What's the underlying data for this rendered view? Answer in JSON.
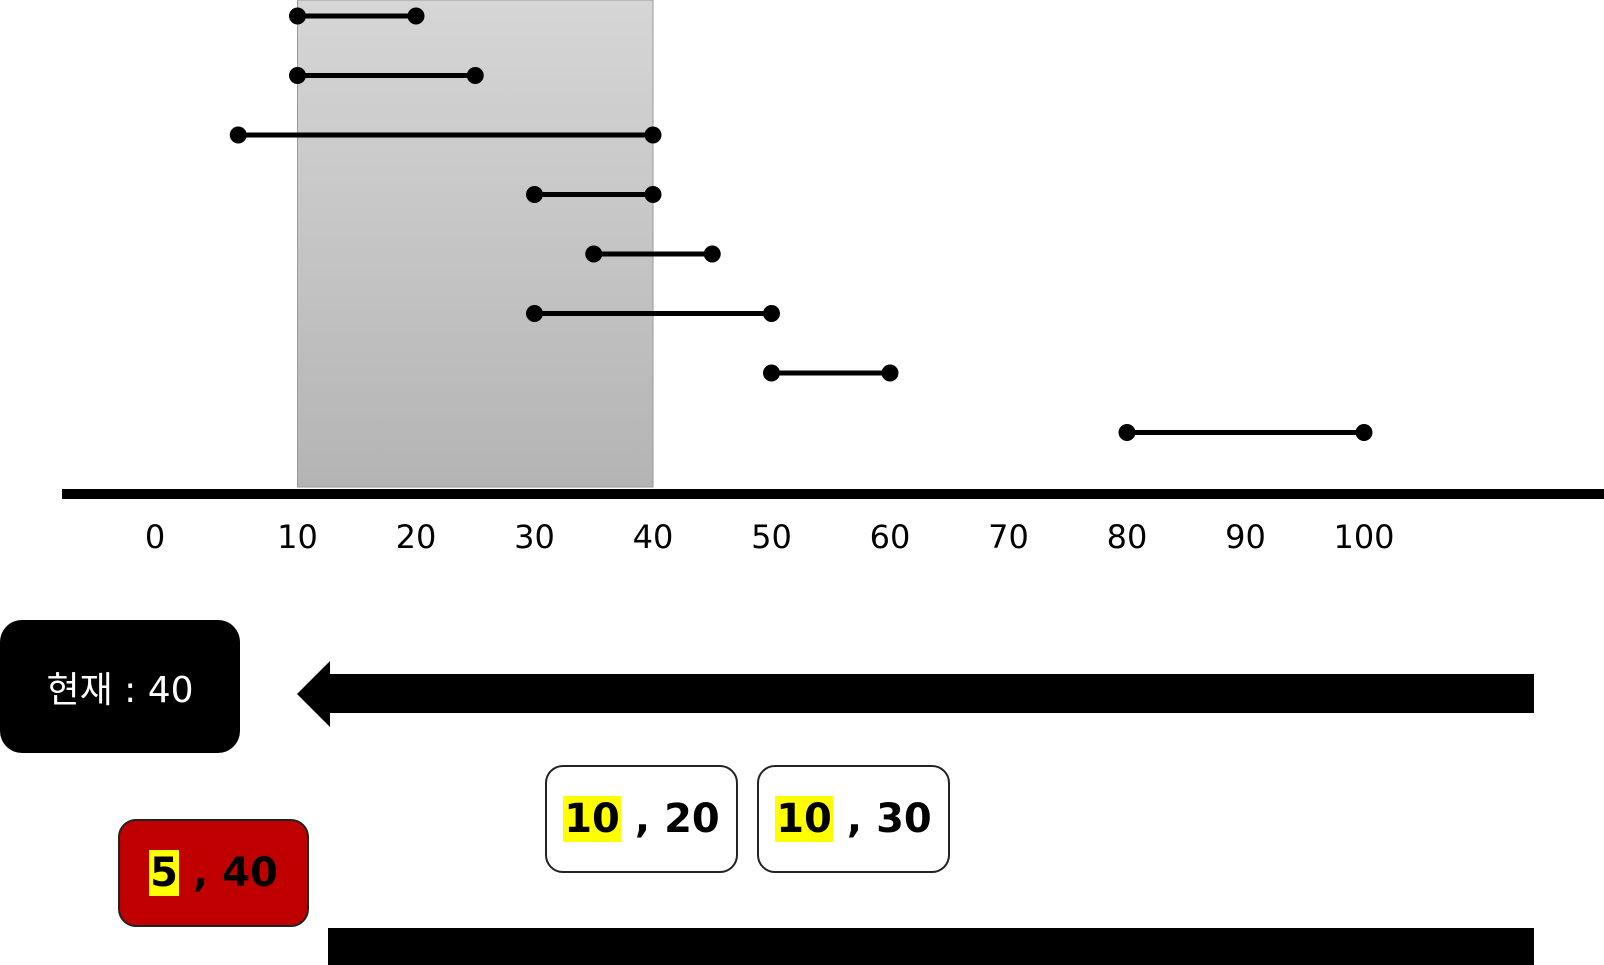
{
  "chart_data": {
    "type": "interval",
    "axis_ticks": [
      "0",
      "10",
      "20",
      "30",
      "40",
      "50",
      "60",
      "70",
      "80",
      "90",
      "100"
    ],
    "highlight_range": [
      10,
      40
    ],
    "intervals": [
      {
        "start": 10,
        "end": 20
      },
      {
        "start": 10,
        "end": 25
      },
      {
        "start": 5,
        "end": 40
      },
      {
        "start": 30,
        "end": 40
      },
      {
        "start": 35,
        "end": 45
      },
      {
        "start": 30,
        "end": 50
      },
      {
        "start": 50,
        "end": 60
      },
      {
        "start": 80,
        "end": 100
      }
    ]
  },
  "current": {
    "label": "현재 : 40"
  },
  "selected_pair": {
    "start": "5",
    "sep": ",",
    "end": "40"
  },
  "queue": [
    {
      "start": "10",
      "sep": ",",
      "end": "20"
    },
    {
      "start": "10",
      "sep": ",",
      "end": "30"
    }
  ],
  "colors": {
    "highlight": "#ffff00",
    "selected": "#c00000",
    "shade": "#c8c8c8"
  },
  "icons": {
    "arrow": "left-arrow-icon"
  }
}
